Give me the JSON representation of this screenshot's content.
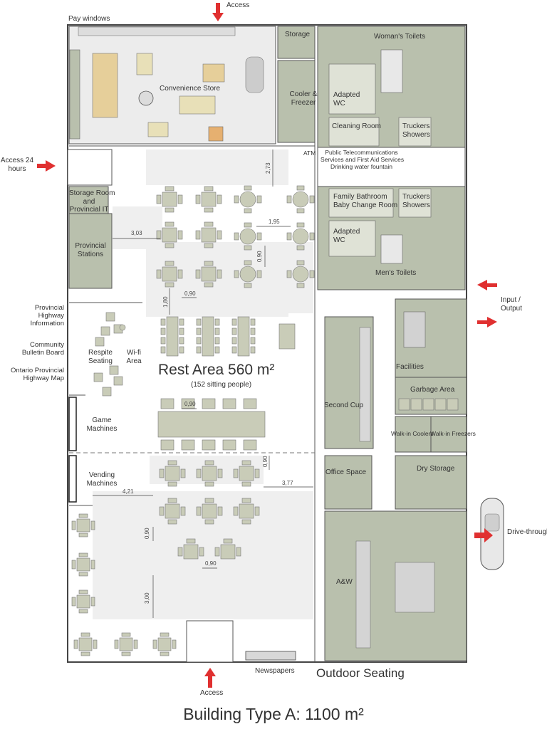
{
  "labels": {
    "access_top": "Access",
    "pay_windows": "Pay windows",
    "storage": "Storage",
    "womans_toilets": "Woman's Toilets",
    "convenience_store": "Convenience Store",
    "cooler_freezer_1": "Cooler &",
    "cooler_freezer_2": "Freezer",
    "adapted_wc_top_1": "Adapted",
    "adapted_wc_top_2": "WC",
    "cleaning_room": "Cleaning Room",
    "truckers_showers_top_1": "Truckers",
    "truckers_showers_top_2": "Showers",
    "access_24_1": "Access 24",
    "access_24_2": "hours",
    "atm": "ATM",
    "public_telecom_1": "Public Telecommunications",
    "public_telecom_2": "Services and First Aid Services",
    "public_telecom_3": "Drinking water fountain",
    "storage_room_1": "Storage Room",
    "storage_room_2": "and",
    "storage_room_3": "Provincial IT",
    "family_bathroom_1": "Family Bathroom",
    "family_bathroom_2": "Baby Change Room",
    "truckers_showers_bottom_1": "Truckers",
    "truckers_showers_bottom_2": "Showers",
    "provincial_stations_1": "Provincial",
    "provincial_stations_2": "Stations",
    "adapted_wc_bottom_1": "Adapted",
    "adapted_wc_bottom_2": "WC",
    "mens_toilets": "Men's Toilets",
    "input_output_1": "Input /",
    "input_output_2": "Output",
    "provincial_highway_1": "Provincial",
    "provincial_highway_2": "Highway",
    "provincial_highway_3": "Information",
    "community_1": "Community",
    "community_2": "Bulletin Board",
    "ontario_1": "Ontario Provincial",
    "ontario_2": "Highway Map",
    "respite_1": "Respite",
    "respite_2": "Seating",
    "wifi_1": "Wi-fi",
    "wifi_2": "Area",
    "rest_area": "Rest Area 560 m²",
    "sitting_people": "(152 sitting people)",
    "facilities": "Facilities",
    "garbage_area": "Garbage Area",
    "second_cup": "Second Cup",
    "walk_in_coolers": "Walk-in Coolers",
    "walk_in_freezers": "Walk-in Freezers",
    "game_machines_1": "Game",
    "game_machines_2": "Machines",
    "vending_machines_1": "Vending",
    "vending_machines_2": "Machines",
    "office_space": "Office Space",
    "dry_storage": "Dry Storage",
    "drive_through": "Drive-through",
    "aw": "A&W",
    "newspapers": "Newspapers",
    "access_bottom": "Access",
    "outdoor_seating": "Outdoor Seating",
    "building_title": "Building Type A: 1100 m²"
  },
  "dimensions": {
    "d_273": "2,73",
    "d_303": "3,03",
    "d_195": "1,95",
    "d_090_a": "0,90",
    "d_180": "1,80",
    "d_090_b": "0,90",
    "d_090_c": "0,90",
    "d_090_d": "0,90",
    "d_421": "4,21",
    "d_377": "3,77",
    "d_090_e": "0,90",
    "d_090_f": "0,90",
    "d_300": "3,00"
  },
  "colors": {
    "room_fill": "#b9c0ad",
    "furniture": "#c9ccb8",
    "zone_fill": "#efefef",
    "wall": "#444444",
    "arrow": "#e03030",
    "store_fill": "#ececec"
  }
}
